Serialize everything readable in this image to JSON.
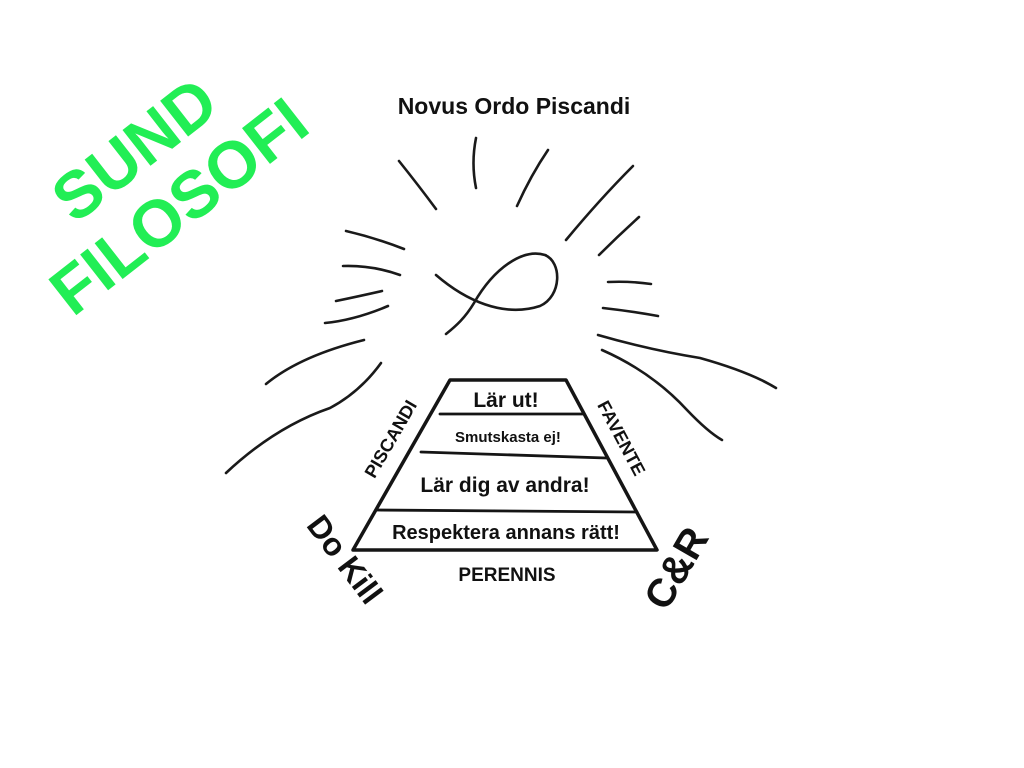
{
  "title": "Novus Ordo Piscandi",
  "stamp": {
    "line1": "SUND",
    "line2": "FILOSOFI",
    "color": "#22ee55"
  },
  "pyramid": {
    "levels": [
      "Lär ut!",
      "Smutskasta ej!",
      "Lär dig av andra!",
      "Respektera annans rätt!"
    ],
    "left_side": "PISCANDI",
    "right_side": "FAVENTE",
    "base": "PERENNIS"
  },
  "corners": {
    "left": "Do Kill",
    "right": "C&R"
  },
  "icons": {
    "apex": "ichthys-fish-icon"
  }
}
